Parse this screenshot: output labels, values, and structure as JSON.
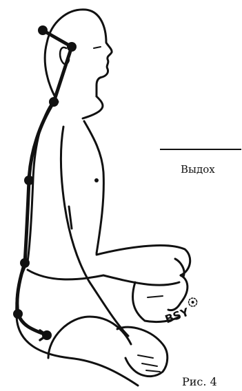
{
  "annotation": {
    "label": "Выдох"
  },
  "caption": {
    "text": "Рис. 4"
  },
  "logo": {
    "text": "BSY"
  },
  "colors": {
    "ink": "#111111",
    "paper": "#ffffff"
  }
}
